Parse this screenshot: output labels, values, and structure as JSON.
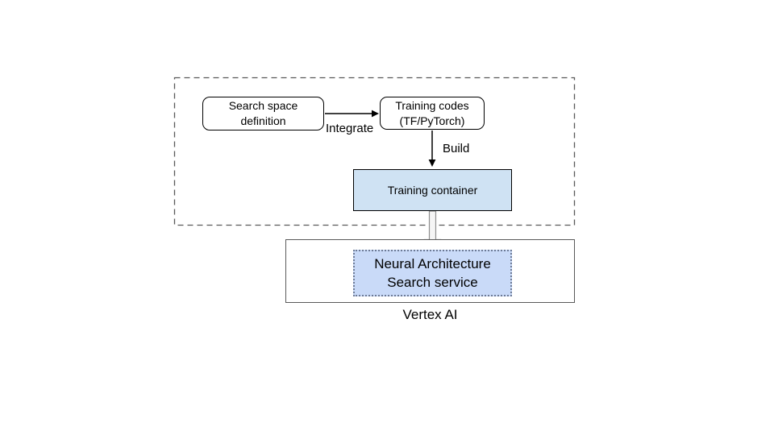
{
  "diagram": {
    "nodes": {
      "search_space": {
        "label": "Search space\ndefinition"
      },
      "training_codes": {
        "label": "Training codes\n(TF/PyTorch)"
      },
      "training_container": {
        "label": "Training container"
      },
      "nas_service": {
        "label": "Neural Architecture\nSearch service"
      },
      "vertex_ai": {
        "label": "Vertex AI"
      }
    },
    "edges": {
      "integrate": {
        "label": "Integrate"
      },
      "build": {
        "label": "Build"
      }
    },
    "colors": {
      "training_container_fill": "#cfe2f3",
      "nas_service_fill": "#c9daf8",
      "node_border": "#000000",
      "frame_border": "#595959",
      "arrow_color": "#000000",
      "thick_arrow_fill": "#f5f5f5",
      "thick_arrow_stroke": "#8f8f8f",
      "background": "#ffffff"
    }
  }
}
